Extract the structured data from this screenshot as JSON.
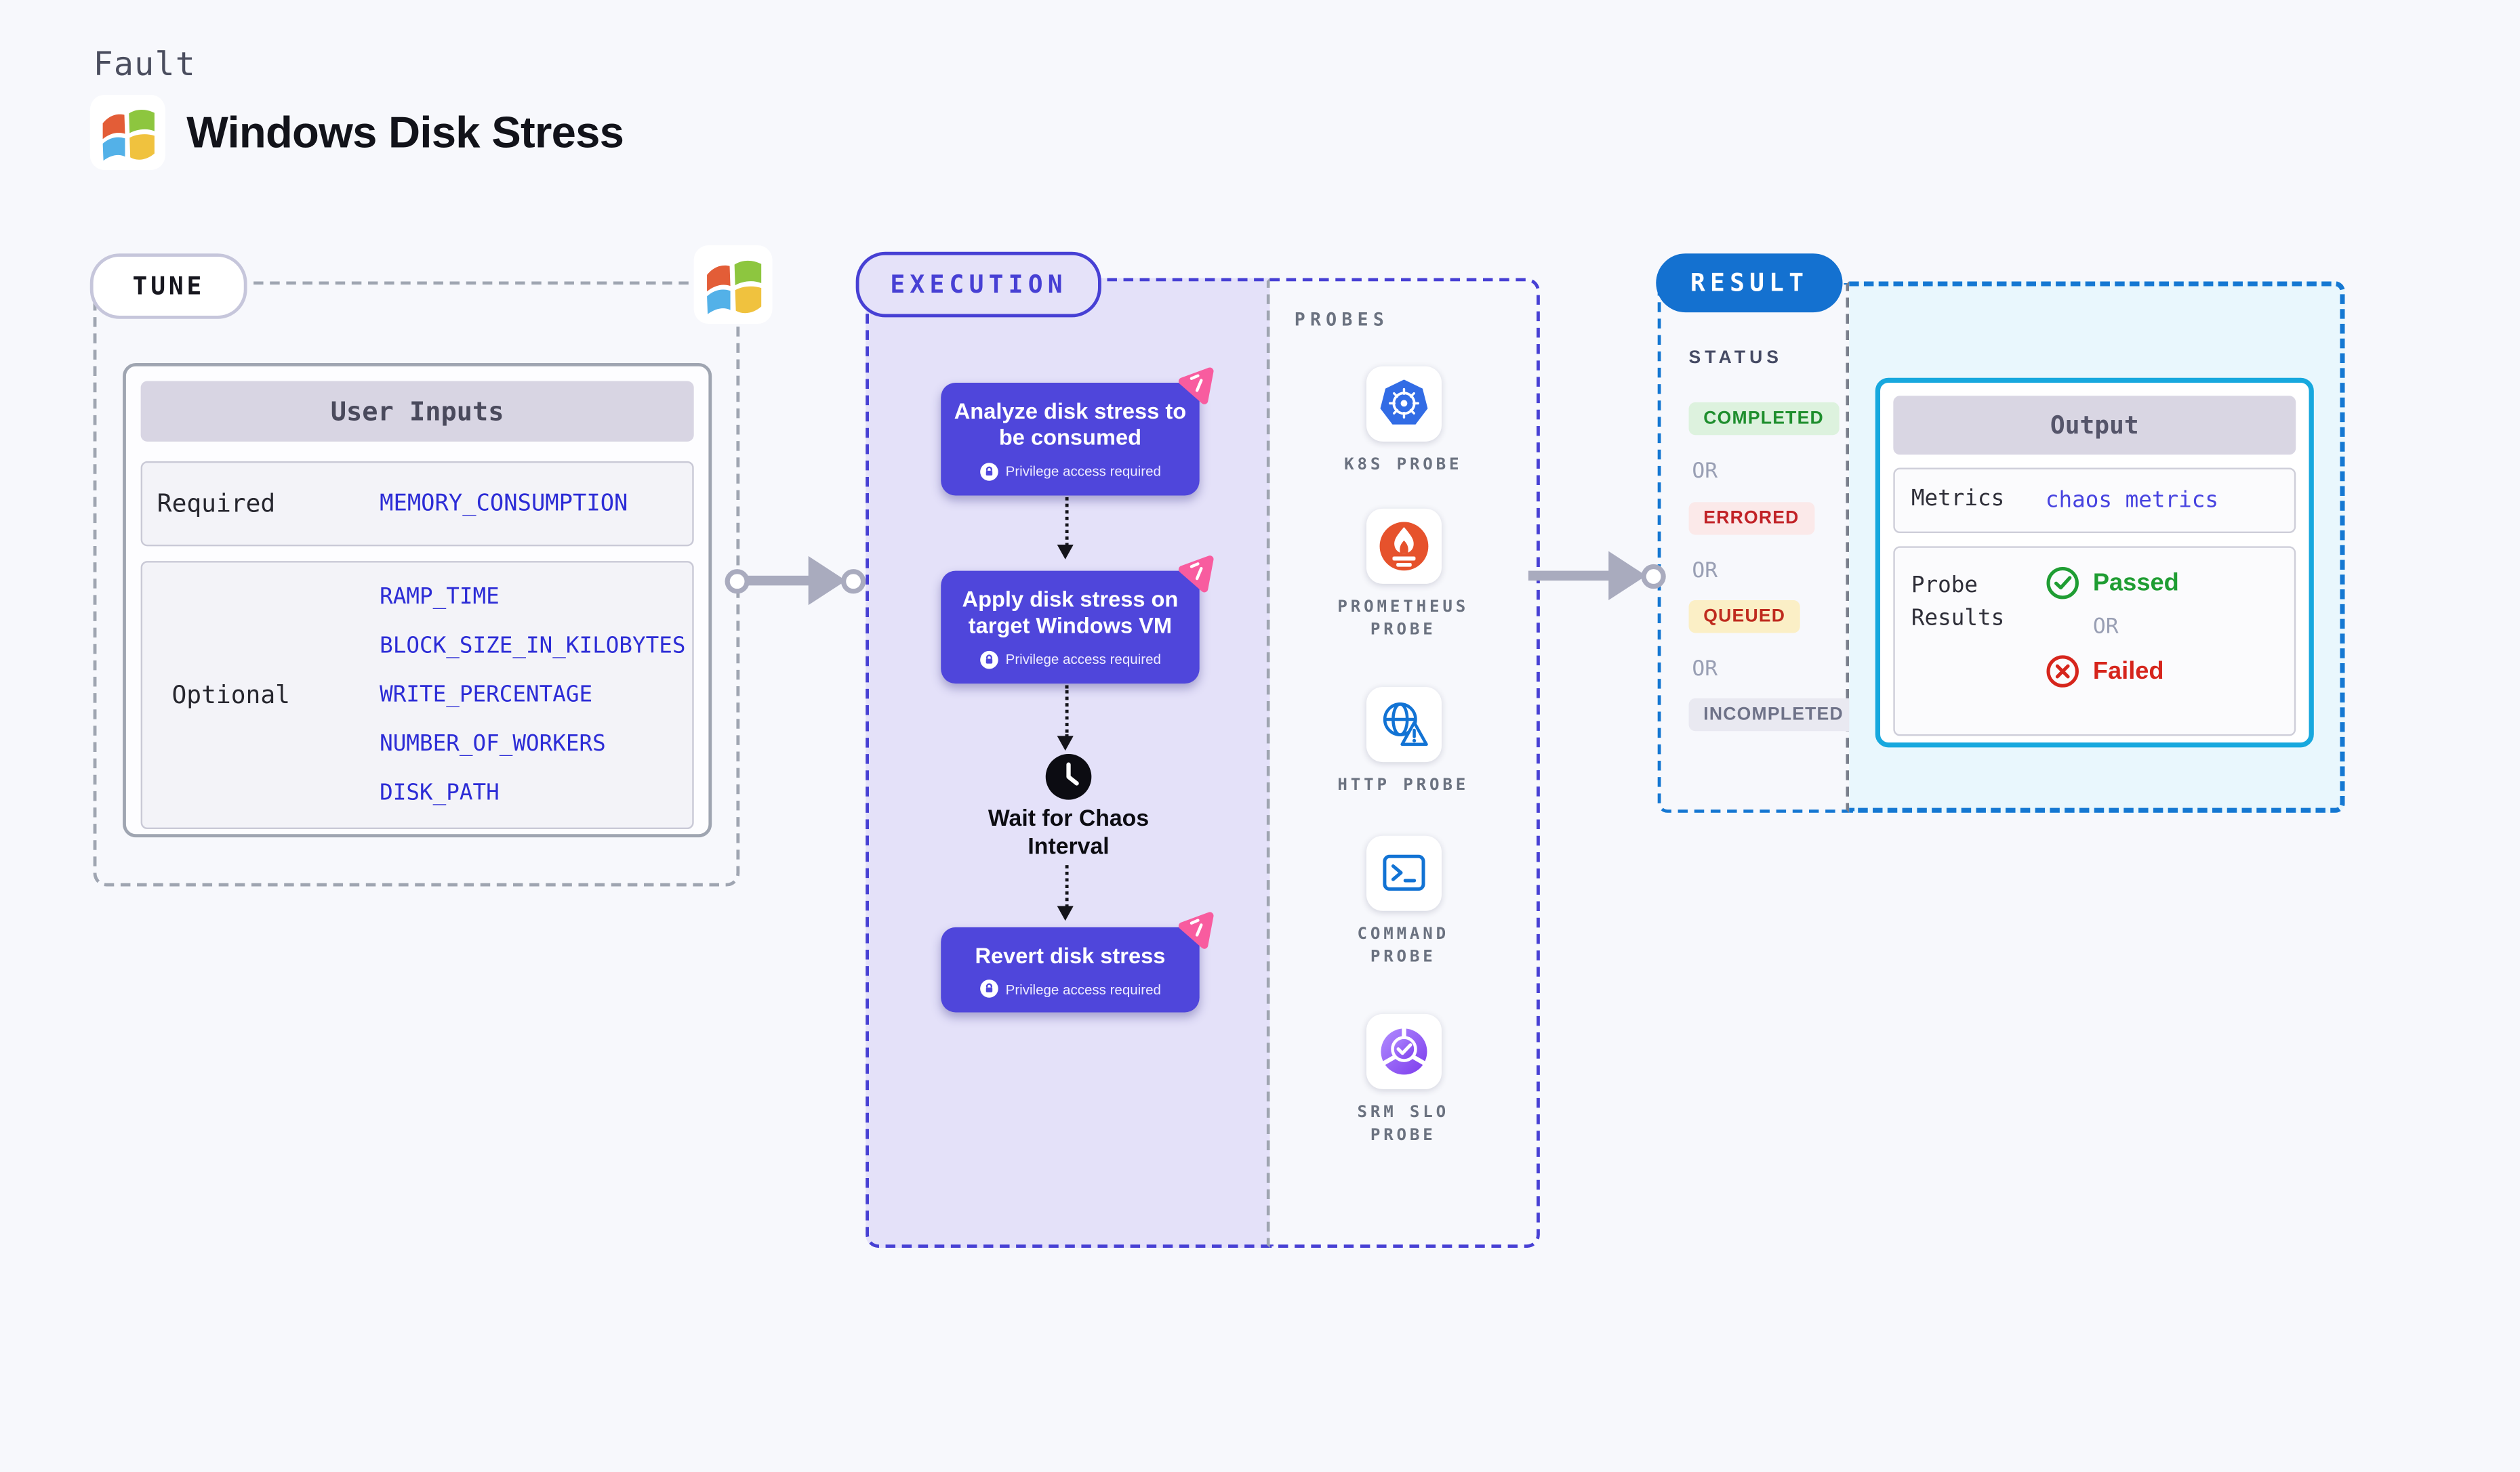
{
  "page": {
    "eyebrow_label": "Fault",
    "title": "Windows Disk Stress",
    "logo_icon": "windows-logo"
  },
  "tune": {
    "badge": "TUNE",
    "corner_icon": "windows-logo",
    "user_inputs": {
      "title": "User Inputs",
      "required_label": "Required",
      "required_value": "MEMORY_CONSUMPTION",
      "optional_label": "Optional",
      "optional_values": [
        "RAMP_TIME",
        "BLOCK_SIZE_IN_KILOBYTES",
        "WRITE_PERCENTAGE",
        "NUMBER_OF_WORKERS",
        "DISK_PATH"
      ]
    }
  },
  "execution": {
    "badge": "EXECUTION",
    "wait_label": "Wait for Chaos Interval",
    "wait_icon": "clock-icon",
    "step_corner_icon": "chaos-flag-icon",
    "steps": [
      {
        "title": "Analyze disk stress to be consumed",
        "note": "Privilege access required",
        "note_icon": "lock-icon"
      },
      {
        "title": "Apply disk stress on target Windows VM",
        "note": "Privilege access required",
        "note_icon": "lock-icon"
      },
      {
        "title": "Revert disk stress",
        "note": "Privilege access required",
        "note_icon": "lock-icon"
      }
    ]
  },
  "probes": {
    "label": "PROBES",
    "items": [
      {
        "label": "K8S PROBE",
        "icon": "kubernetes-icon"
      },
      {
        "label": "PROMETHEUS PROBE",
        "icon": "prometheus-icon"
      },
      {
        "label": "HTTP PROBE",
        "icon": "globe-warning-icon"
      },
      {
        "label": "COMMAND PROBE",
        "icon": "terminal-icon"
      },
      {
        "label": "SRM SLO PROBE",
        "icon": "slo-pie-check-icon"
      }
    ]
  },
  "result": {
    "badge": "RESULT",
    "status_label": "STATUS",
    "or_label": "OR",
    "statuses": [
      {
        "label": "COMPLETED",
        "kind": "success"
      },
      {
        "label": "ERRORED",
        "kind": "error"
      },
      {
        "label": "QUEUED",
        "kind": "queued"
      },
      {
        "label": "INCOMPLETED",
        "kind": "neutral"
      }
    ],
    "output": {
      "title": "Output",
      "metrics_label": "Metrics",
      "metrics_link": "chaos metrics",
      "probe_results_label": "Probe Results",
      "passed_label": "Passed",
      "passed_icon": "check-circle-icon",
      "or_label": "OR",
      "failed_label": "Failed",
      "failed_icon": "x-circle-icon"
    }
  },
  "colors": {
    "page_bg": "#F7F8FC",
    "accent_indigo": "#4740D4",
    "step_purple": "#4F46DB",
    "execution_bg": "#E4E1F9",
    "chaos_pink": "#F85C9F",
    "result_badge_blue": "#1471D0",
    "result_panel_bg": "#E9F7FD",
    "output_border_cyan": "#17A8DE",
    "input_link_blue": "#2C2CD6",
    "success_green": "#1E8E2D",
    "error_red": "#C12227",
    "kubernetes_blue": "#326CE5",
    "prometheus_orange": "#E6522C",
    "probe_icon_blue": "#1273D4",
    "connector_gray": "#A9ABBE"
  }
}
